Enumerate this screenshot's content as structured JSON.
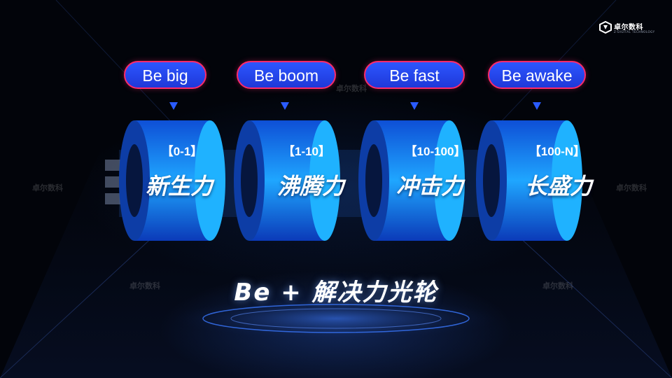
{
  "brand": {
    "name": "卓尔数科",
    "tagline": "Z-DIGITAL TECHNOLOGY",
    "icon": "brand-logo-icon"
  },
  "stages": [
    {
      "tag": "Be big",
      "range": "【0-1】",
      "title": "新生力"
    },
    {
      "tag": "Be boom",
      "range": "【1-10】",
      "title": "沸腾力"
    },
    {
      "tag": "Be fast",
      "range": "【10-100】",
      "title": "冲击力"
    },
    {
      "tag": "Be awake",
      "range": "【100-N】",
      "title": "长盛力"
    }
  ],
  "footer_title": "Be + 解决力光轮",
  "colors": {
    "pill_bg": "#2c56ff",
    "pill_border": "#ff2a6a",
    "ring_blue": "#1e8cff",
    "background": "#02040a"
  }
}
